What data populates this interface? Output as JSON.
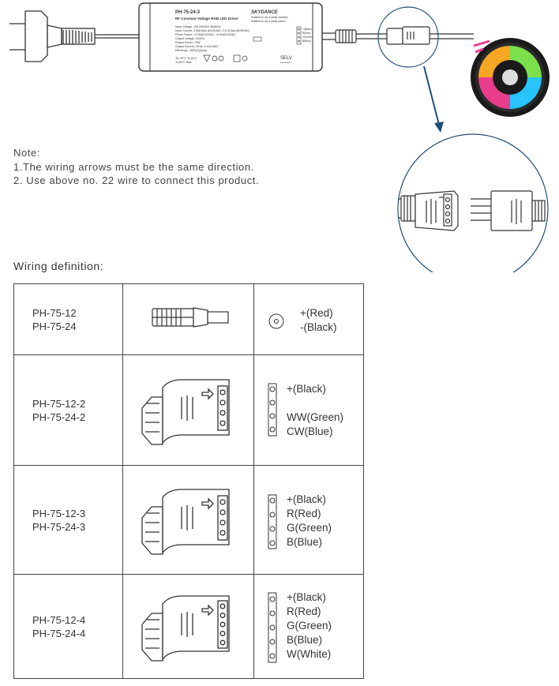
{
  "driver_label": {
    "model": "PH-75-24-3",
    "subtitle": "RF Constant Voltage RGB LED Driver",
    "brand": "SKYDANCE",
    "specs": [
      "Input Voltage: 100-240VAC 50/60Hz",
      "Input Current: 0.85A Max.@115VAC, 0.47A Max.@230VAC",
      "Power Factor: >0.95@115VAC, >0.90@230VAC",
      "Output Voltage: 24VDC",
      "Output Power: 75W",
      "Output Current: 3X1A, 3.12A MAX",
      "Efficiency: >88%(Typical)"
    ],
    "right_lines": [
      "Suitable for dry & damp locations",
      "Suitable for dry & damp places"
    ],
    "wires": [
      "+(Black)",
      "R(Red)",
      "G(Green)",
      "B(Blue)"
    ],
    "ta": "Ta:-20°C To 50°C",
    "tc": "Tc:85°C Max.",
    "selv": "SELV",
    "selv_sub": "equivalent"
  },
  "notes": {
    "heading": "Note:",
    "line1": "1.The wiring arrows must be the same direction.",
    "line2": "2. Use above no. 22 wire to connect this product."
  },
  "wiring": {
    "title": "Wiring definition:",
    "rows": [
      {
        "model1": "PH-75-12",
        "model2": "PH-75-24",
        "connector": "dc-barrel",
        "labels": [
          "+(Red)",
          "-(Black)"
        ]
      },
      {
        "model1": "PH-75-12-2",
        "model2": "PH-75-24-2",
        "connector": "ribbon-2",
        "labels": [
          "+(Black)",
          "",
          "WW(Green)",
          "CW(Blue)"
        ]
      },
      {
        "model1": "PH-75-12-3",
        "model2": "PH-75-24-3",
        "connector": "ribbon-3",
        "labels": [
          "+(Black)",
          "R(Red)",
          "G(Green)",
          "B(Blue)"
        ]
      },
      {
        "model1": "PH-75-12-4",
        "model2": "PH-75-24-4",
        "connector": "ribbon-4",
        "labels": [
          "+(Black)",
          "R(Red)",
          "G(Green)",
          "B(Blue)",
          "W(White)"
        ]
      }
    ]
  },
  "colors": {
    "line": "#333333",
    "circle_border": "#1f4e79",
    "arrow": "#1f4e79",
    "reel_segments": [
      "#e83e8c",
      "#27c4ff",
      "#7be04c",
      "#f6a623"
    ]
  }
}
